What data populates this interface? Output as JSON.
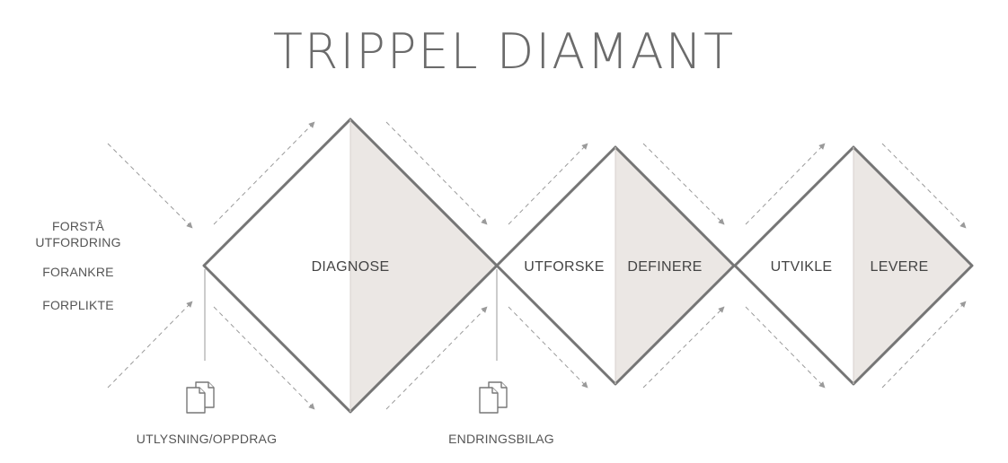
{
  "title": "TRIPPEL DIAMANT",
  "left_labels": {
    "understand": "FORSTÅ UTFORDRING",
    "anchor": "FORANKRE",
    "commit": "FORPLIKTE"
  },
  "diamonds": [
    {
      "left_label": "DIAGNOSE",
      "right_label": ""
    },
    {
      "left_label": "UTFORSKE",
      "right_label": "DEFINERE"
    },
    {
      "left_label": "UTVIKLE",
      "right_label": "LEVERE"
    }
  ],
  "documents": [
    {
      "label": "UTLYSNING/OPPDRAG",
      "icon": "documents-icon"
    },
    {
      "label": "ENDRINGSBILAG",
      "icon": "documents-icon"
    }
  ],
  "colors": {
    "outline": "#757575",
    "shade": "#ebe7e4",
    "arrow": "#9a9a9a",
    "text": "#555555"
  }
}
